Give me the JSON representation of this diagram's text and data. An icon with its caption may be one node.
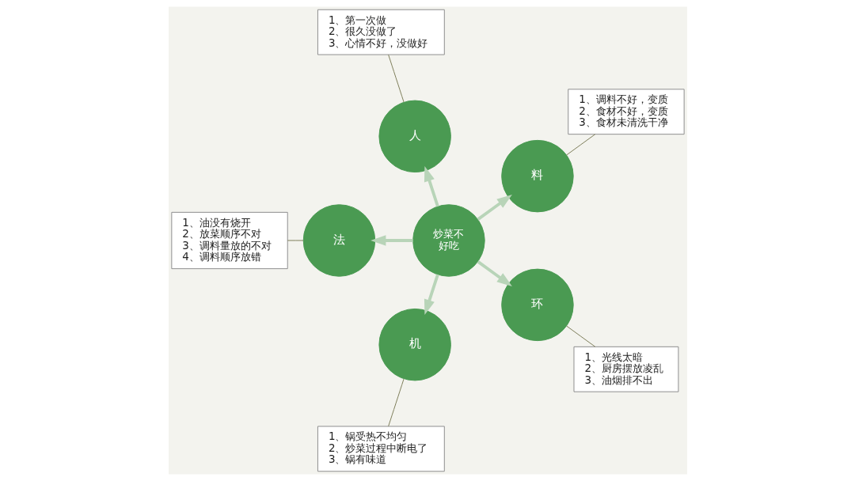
{
  "diagram": {
    "nodes": [
      {
        "text": [
          "1、调料不好，变质",
          "2、食材不好，变质",
          "3、食材未清洗干净"
        ]
      },
      {
        "text": [
          "1、第一次做",
          "2、很久没做了",
          "3、心情不好，没做好"
        ]
      },
      {
        "text": [
          "料"
        ]
      },
      {
        "text": [
          "人"
        ]
      },
      {
        "text": [
          "法"
        ]
      },
      {
        "text": [
          "炒菜不好吃"
        ]
      },
      {
        "text": [
          "1、油没有烧开",
          "2、放菜顺序不对",
          "3、调料量放的不对",
          "4、调料顺序放错"
        ]
      },
      {
        "text": [
          "1、锅受热不均匀",
          "2、炒菜过程中断电了",
          "3、锅有味道"
        ]
      },
      {
        "text": [
          "机"
        ]
      },
      {
        "text": [
          "环"
        ]
      },
      {
        "text": [
          "1、光线太暗",
          "2、厨房摆放凌乱",
          "3、油烟排不出"
        ]
      }
    ],
    "edges": [
      {
        "from": 5,
        "to": 2,
        "arrow": "to",
        "style": "thick",
        "color": "#b8d4b8"
      },
      {
        "from": 5,
        "to": 4,
        "arrow": "to",
        "style": "thick",
        "color": "#b8d4b8"
      },
      {
        "from": 5,
        "to": 9,
        "arrow": "to",
        "style": "thick",
        "color": "#b8d4b8"
      },
      {
        "from": 5,
        "to": 8,
        "arrow": "to",
        "style": "thick",
        "color": "#b8d4b8"
      },
      {
        "from": 5,
        "to": 3,
        "arrow": "to",
        "style": "thick",
        "color": "#b8d4b8"
      },
      {
        "from": 0,
        "to": 2,
        "arrow": "none",
        "color": "#7a7a55"
      },
      {
        "from": 1,
        "to": 3,
        "arrow": "none",
        "color": "#7a7a55"
      },
      {
        "from": 6,
        "to": 4,
        "arrow": "none",
        "color": "#7a7a55"
      },
      {
        "from": 7,
        "to": 8,
        "arrow": "none",
        "color": "#7a7a55"
      },
      {
        "from": 10,
        "to": 9,
        "arrow": "none",
        "color": "#7a7a55"
      }
    ]
  }
}
